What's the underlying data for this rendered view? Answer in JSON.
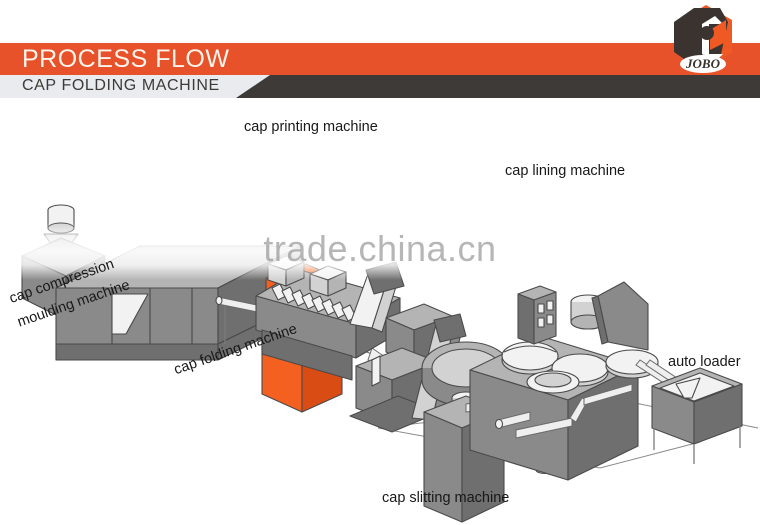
{
  "header": {
    "title": "PROCESS FLOW",
    "subtitle": "CAP FOLDING MACHINE",
    "orange": "#e8522a",
    "dark": "#3d3a37",
    "light": "#e9ebef"
  },
  "logo": {
    "name": "jobo-logo",
    "wordmark": "JOBO",
    "dark": "#3a3330",
    "orange": "#ef5a24"
  },
  "watermark": {
    "text": "trade.china.cn"
  },
  "diagram": {
    "type": "process-flow",
    "highlight_color": "#f4601f",
    "machine_fill": "#8d8d8d",
    "machine_fill_light": "#b9b9b9",
    "machine_fill_dark": "#6e6e6e",
    "outline": "#4a4a4a",
    "labels": [
      {
        "id": "cap-compression-moulding-machine",
        "line1": "cap compression",
        "line2": "moulding machine"
      },
      {
        "id": "cap-folding-machine",
        "text": "cap folding machine"
      },
      {
        "id": "cap-printing-machine",
        "text": "cap printing machine"
      },
      {
        "id": "cap-lining-machine",
        "text": "cap lining machine"
      },
      {
        "id": "auto-loader",
        "text": "auto loader"
      },
      {
        "id": "cap-slitting-machine",
        "text": "cap slitting machine"
      }
    ]
  }
}
